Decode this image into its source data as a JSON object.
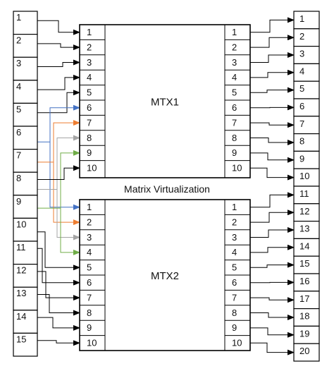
{
  "diagram": {
    "virtualization_label": "Matrix Virtualization",
    "left_ports": [
      "1",
      "2",
      "3",
      "4",
      "5",
      "6",
      "7",
      "8",
      "9",
      "10",
      "11",
      "12",
      "13",
      "14",
      "15"
    ],
    "right_ports": [
      "1",
      "2",
      "3",
      "4",
      "5",
      "6",
      "7",
      "8",
      "9",
      "10",
      "11",
      "12",
      "13",
      "14",
      "15",
      "16",
      "17",
      "18",
      "19",
      "20"
    ],
    "matrices": [
      {
        "name": "MTX1",
        "inputs": [
          "1",
          "2",
          "3",
          "4",
          "5",
          "6",
          "7",
          "8",
          "9",
          "10"
        ],
        "outputs": [
          "1",
          "2",
          "3",
          "4",
          "5",
          "6",
          "7",
          "8",
          "9",
          "10"
        ]
      },
      {
        "name": "MTX2",
        "inputs": [
          "1",
          "2",
          "3",
          "4",
          "5",
          "6",
          "7",
          "8",
          "9",
          "10"
        ],
        "outputs": [
          "1",
          "2",
          "3",
          "4",
          "5",
          "6",
          "7",
          "8",
          "9",
          "10"
        ]
      }
    ],
    "colors": {
      "line": "#000000",
      "blue": "#4472c4",
      "orange": "#ed7d31",
      "gray": "#a5a5a5",
      "green": "#70ad47"
    }
  }
}
